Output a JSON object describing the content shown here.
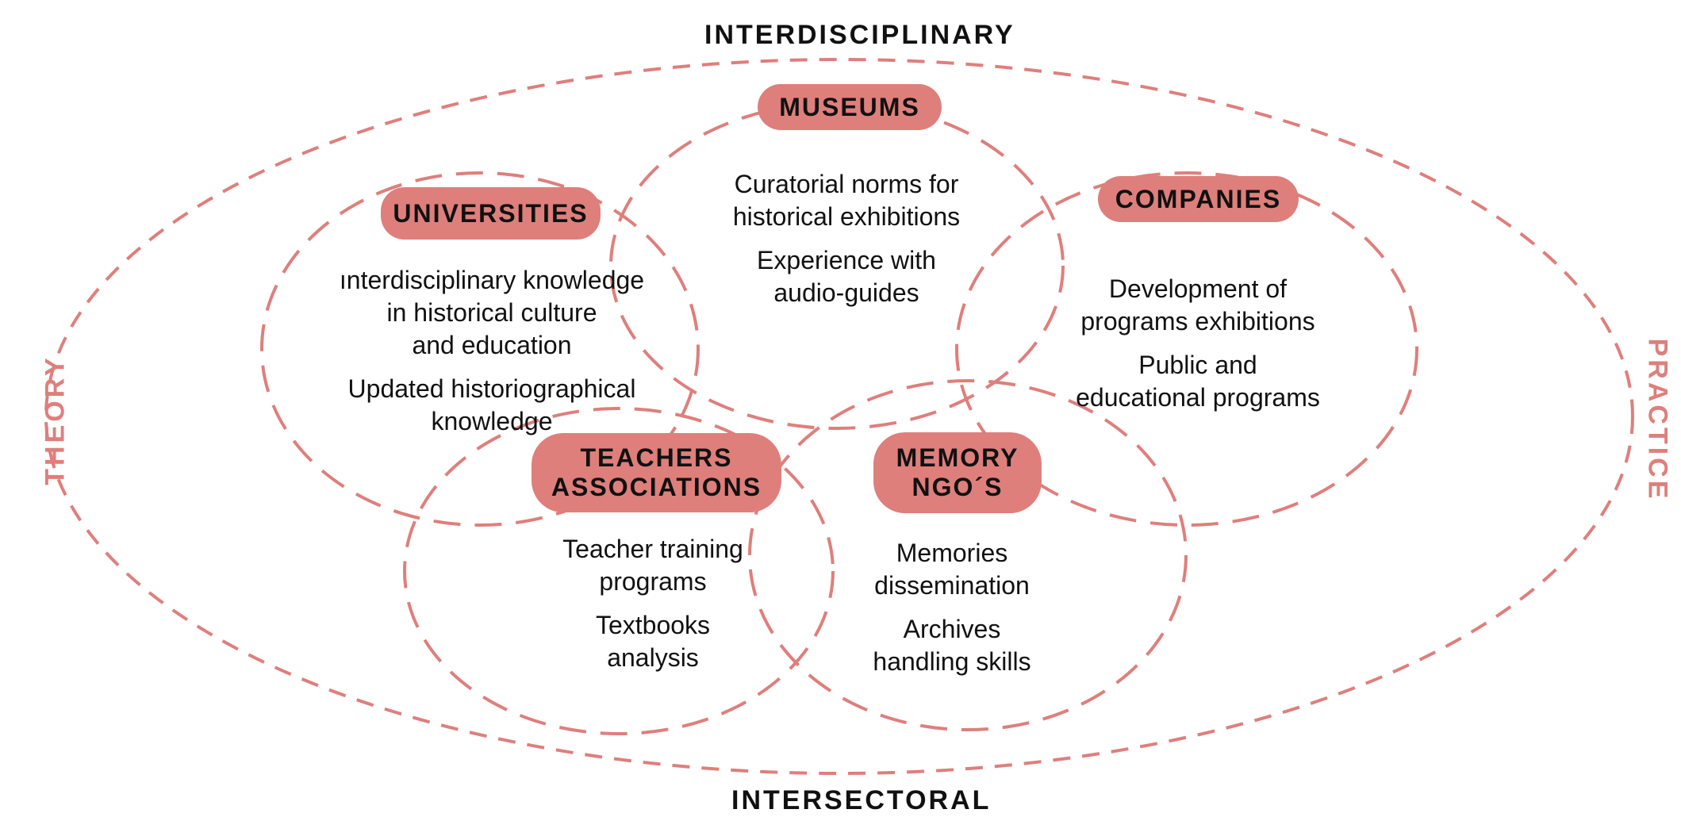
{
  "axes": {
    "top": "INTERDISCIPLINARY",
    "bottom": "INTERSECTORAL",
    "left": "THEORY",
    "right": "PRACTICE"
  },
  "colors": {
    "accent": "#de7f7c",
    "text": "#111111",
    "background": "#ffffff"
  },
  "groups": {
    "museums": {
      "label": "MUSEUMS",
      "items": [
        "Curatorial norms for",
        "historical exhibitions",
        "Experience with",
        "audio-guides"
      ]
    },
    "universities": {
      "label": "UNIVERSITIES",
      "items": [
        "ınterdisciplinary knowledge",
        "in historical culture",
        "and education",
        "Updated historiographical",
        "knowledge"
      ]
    },
    "companies": {
      "label": "COMPANIES",
      "items": [
        "Development of",
        "programs exhibitions",
        "Public and",
        "educational programs"
      ]
    },
    "teachers": {
      "label_line1": "TEACHERS",
      "label_line2": "ASSOCIATIONS",
      "items": [
        "Teacher training",
        "programs",
        "Textbooks",
        "analysis"
      ]
    },
    "memory": {
      "label_line1": "MEMORY",
      "label_line2": "NGO´S",
      "items": [
        "Memories",
        "dissemination",
        "Archives",
        "handling skills"
      ]
    }
  }
}
